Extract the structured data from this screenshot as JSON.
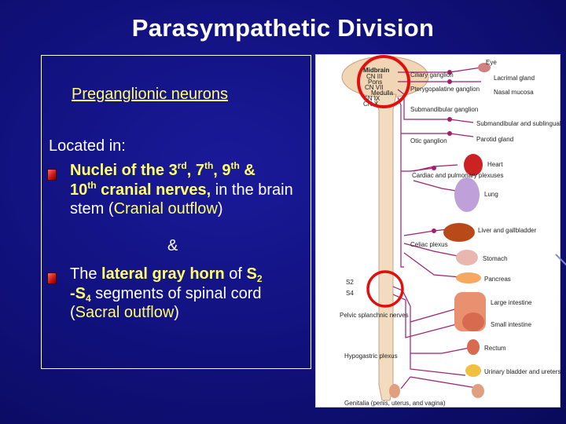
{
  "slide": {
    "title": "Parasympathetic Division",
    "subtitle": "Preganglionic neurons",
    "located_in": "Located in:",
    "bullet1": {
      "nuclei_of_the": "Nuclei of the ",
      "n3": "3",
      "rd": "rd",
      "comma1": ", ",
      "n7": "7",
      "th1": "th",
      "comma2": ", ",
      "n9": "9",
      "th2": "th",
      "amp_bold": " &",
      "n10": "10",
      "th3": "th",
      "cranial_nerves": " cranial nerves,",
      "in_the": " in the brain stem (",
      "cranial_outflow": "Cranial outflow",
      "close": ")"
    },
    "ampersand": "&",
    "bullet2": {
      "the": "The ",
      "lateral_gray_horn": "lateral gray horn",
      "of": " of ",
      "s2": "S",
      "s2_sub": "2",
      "dash": " -",
      "s4": "S",
      "s4_sub": "4",
      "segments": " segments of spinal cord (",
      "sacral_outflow": "Sacral outflow",
      "close": ")"
    }
  },
  "diagram": {
    "brain_labels": [
      "Midbrain",
      "CN III",
      "Pons",
      "CN VII",
      "Medulla",
      "CN IX",
      "CN X"
    ],
    "ganglia": [
      "Ciliary ganglion",
      "Pterygopalatine ganglion",
      "Submandibular ganglion",
      "Otic ganglion"
    ],
    "right_labels": [
      "Eye",
      "Lacrimal gland",
      "Nasal mucosa",
      "Submandibular and sublingual glands",
      "Parotid gland",
      "Heart",
      "Lung",
      "Liver and gallbladder",
      "Stomach",
      "Pancreas",
      "Large intestine",
      "Small intestine",
      "Rectum",
      "Urinary bladder and ureters"
    ],
    "left_labels": [
      "Cardiac and pulmonary plexuses",
      "Celiac plexus",
      "S2",
      "S4",
      "Pelvic splanchnic nerves",
      "Hypogastric plexus"
    ],
    "bottom_label": "Genitalia (penis, uterus, and vagina)",
    "colors": {
      "nerve": "#a0206e",
      "highlight": "#e01010",
      "cord": "#f2dcc0"
    }
  }
}
